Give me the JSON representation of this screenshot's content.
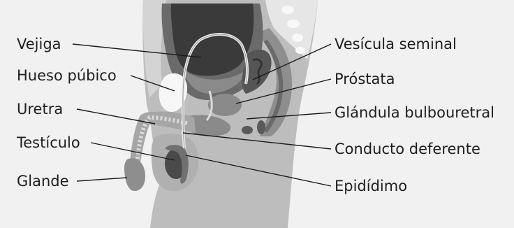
{
  "diagram": {
    "labels": {
      "bladder": "Vejiga",
      "pubic_bone": "Hueso púbico",
      "urethra": "Uretra",
      "testicle": "Testículo",
      "glans": "Glande",
      "seminal_vesicle": "Vesícula seminal",
      "prostate": "Próstata",
      "bulbourethral_gland": "Glándula bulbouretral",
      "vas_deferens": "Conducto deferente",
      "epididymis": "Epidídimo"
    },
    "colors": {
      "background": "#f1f1f1",
      "body": "#bdbdbd",
      "organ": "#9a9a9a",
      "dark_organ": "#5a5a5a",
      "bladder_interior": "#3a3a3a",
      "bone": "#f7f7f7",
      "text": "#1e1e1e"
    }
  }
}
